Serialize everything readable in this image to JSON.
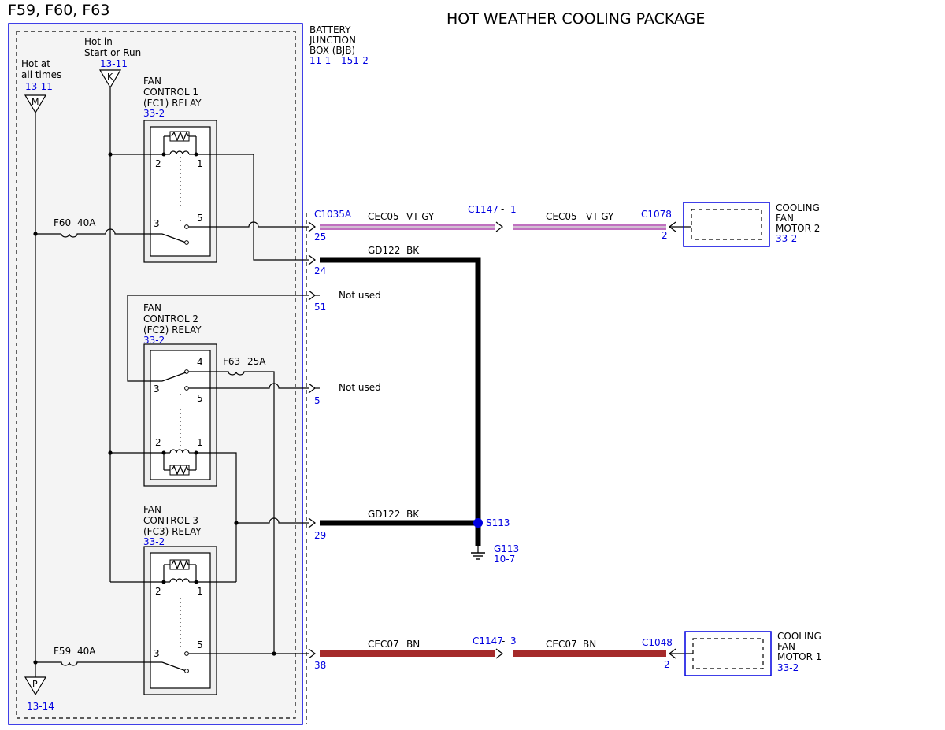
{
  "page": {
    "fuses_title": "F59, F60, F63",
    "title": "HOT WEATHER COOLING PACKAGE"
  },
  "bjb": {
    "label_1": "BATTERY",
    "label_2": "JUNCTION",
    "label_3": "BOX (BJB)",
    "ref_1": "11-1",
    "ref_2": "151-2"
  },
  "sources": {
    "hot_at_all_times_1": "Hot at",
    "hot_at_all_times_2": "all times",
    "hot_at_all_times_ref": "13-11",
    "hot_in_run_1": "Hot in",
    "hot_in_run_2": "Start or Run",
    "hot_in_run_ref": "13-11",
    "connector_m": "M",
    "connector_k": "K",
    "connector_p": "P",
    "connector_p_ref": "13-14"
  },
  "relays": [
    {
      "line1": "FAN",
      "line2": "CONTROL 1",
      "line3": "(FC1) RELAY",
      "ref": "33-2",
      "pins": [
        "2",
        "1",
        "3",
        "5"
      ]
    },
    {
      "line1": "FAN",
      "line2": "CONTROL 2",
      "line3": "(FC2) RELAY",
      "ref": "33-2",
      "pins": [
        "4",
        "3",
        "5",
        "2",
        "1"
      ]
    },
    {
      "line1": "FAN",
      "line2": "CONTROL 3",
      "line3": "(FC3) RELAY",
      "ref": "33-2",
      "pins": [
        "2",
        "1",
        "3",
        "5"
      ]
    }
  ],
  "fuses": [
    {
      "name": "F60",
      "rating": "40A"
    },
    {
      "name": "F63",
      "rating": "25A"
    },
    {
      "name": "F59",
      "rating": "40A"
    }
  ],
  "bjb_pins": [
    "25",
    "24",
    "51",
    "5",
    "29",
    "38"
  ],
  "not_used": "Not used",
  "wires": {
    "cec05_circuit": "CEC05",
    "cec05_color": "VT-GY",
    "gd122_circuit": "GD122",
    "gd122_color": "BK",
    "cec07_circuit": "CEC07",
    "cec07_color": "BN"
  },
  "connectors": {
    "c1035a": "C1035A",
    "c1147_a": "C1147",
    "c1147_a_pin": "1",
    "c1147_b": "C1147",
    "c1147_b_pin": "3",
    "dash": "-",
    "c1078": "C1078",
    "c1078_pin": "2",
    "c1048": "C1048",
    "c1048_pin": "2"
  },
  "splice": {
    "name": "S113"
  },
  "ground": {
    "name": "G113",
    "ref": "10-7"
  },
  "motors": [
    {
      "line1": "COOLING",
      "line2": "FAN",
      "line3": "MOTOR 2",
      "ref": "33-2"
    },
    {
      "line1": "COOLING",
      "line2": "FAN",
      "line3": "MOTOR 1",
      "ref": "33-2"
    }
  ],
  "colors": {
    "vt_gy_wire": "#c070c0",
    "bk_wire": "#000000",
    "bn_wire": "#a52a2a",
    "reference_blue": "#0000e0"
  }
}
